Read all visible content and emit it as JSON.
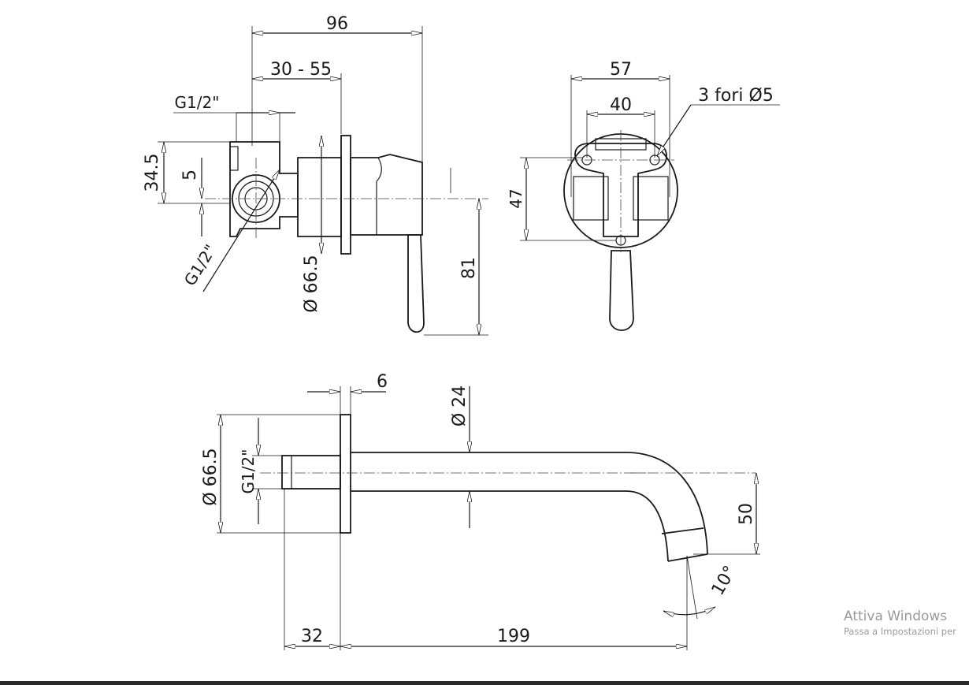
{
  "dimensions": {
    "d96": "96",
    "d30_55": "30 - 55",
    "g12_top": "G1/2\"",
    "d34_5": "34.5",
    "d5": "5",
    "g12_diag": "G1/2\"",
    "d66_5_v": "Ø 66.5",
    "d81": "81",
    "d57": "57",
    "d40": "40",
    "d3fori": "3 fori Ø5",
    "d47": "47",
    "d6": "6",
    "d24": "Ø 24",
    "d66_5_b": "Ø 66.5",
    "g12_bottom": "G1/2\"",
    "d50": "50",
    "d10deg": "10°",
    "d32": "32",
    "d199": "199"
  },
  "watermark": {
    "title": "Attiva Windows",
    "subtitle": "Passa a Impostazioni per"
  }
}
